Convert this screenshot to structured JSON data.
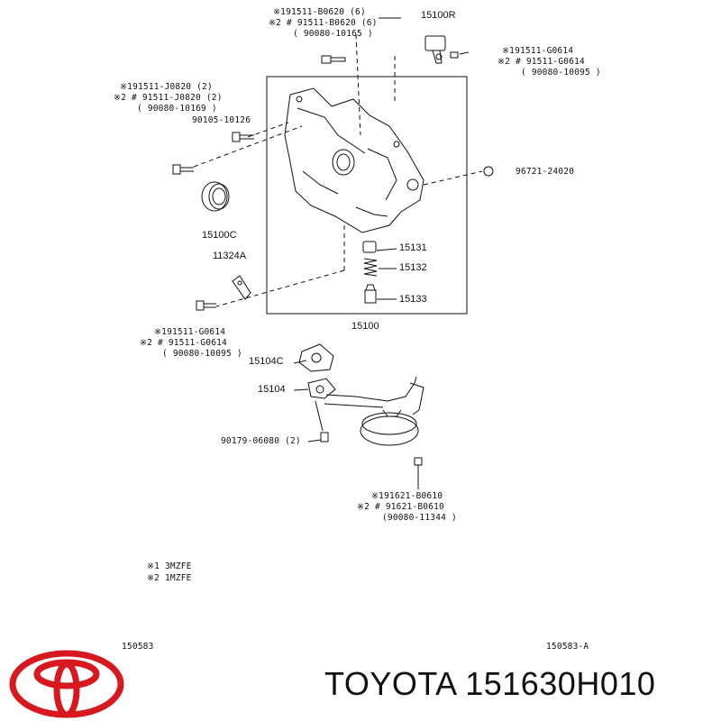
{
  "callouts": {
    "top_bolt": [
      "※191511-B0620 (6)",
      "※2 # 91511-B0620 (6)",
      "( 90080-10165 )"
    ],
    "sensor_part": "15100R",
    "sensor_bolt": [
      "※191511-G0614",
      "※2 # 91511-G0614",
      "( 90080-10095 )"
    ],
    "left_bolt": [
      "※191511-J0820 (2)",
      "※2 # 91511-J0820 (2)",
      "( 90080-10169 )"
    ],
    "stud_bolt": "90105-10126",
    "oring": "96721-24020",
    "seal": "15100C",
    "relief_plug": "15131",
    "relief_spring": "15132",
    "relief_valve": "15133",
    "bracket": "11324A",
    "bottom_bolt": [
      "※191511-G0614",
      "※2 # 91511-G0614",
      "( 90080-10095 )"
    ],
    "pump_assy": "15100",
    "gasket": "15104C",
    "strainer": "15104",
    "nut": "90179-06080 (2)",
    "strainer_bolt": [
      "※191621-B0610",
      "※2 # 91621-B0610",
      "(90080-11344 )"
    ],
    "engine_notes": [
      "※1 3MZFE",
      "※2 1MZFE"
    ],
    "ref_left": "150583",
    "ref_right": "150583-A"
  },
  "footer": {
    "brand_text": "TOYOTA 151630H010"
  },
  "colors": {
    "logo_red": "#d7191f",
    "line": "#111111"
  },
  "icons": {
    "logo": "toyota-logo-icon"
  }
}
